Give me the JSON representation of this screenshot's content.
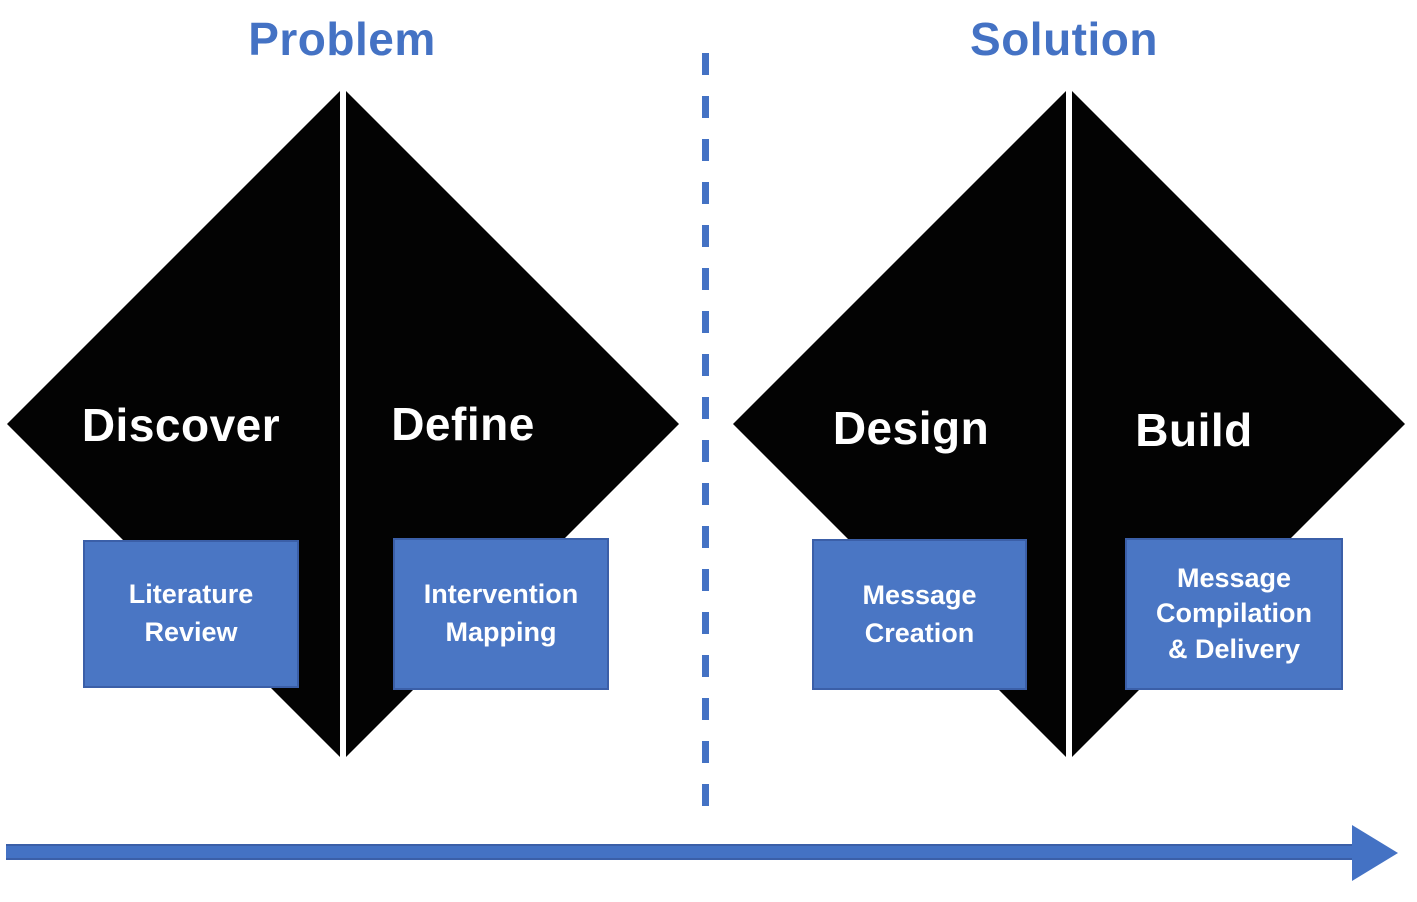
{
  "headings": {
    "problem": "Problem",
    "solution": "Solution"
  },
  "phases": [
    {
      "label": "Discover",
      "method": "Literature\nReview"
    },
    {
      "label": "Define",
      "method": "Intervention\nMapping"
    },
    {
      "label": "Design",
      "method": "Message\nCreation"
    },
    {
      "label": "Build",
      "method": "Message\nCompilation\n& Delivery"
    }
  ],
  "colors": {
    "accent_blue": "#4472C4",
    "method_box_fill": "#4A76C4",
    "method_box_border": "#3B5FA8",
    "diamond_fill": "#030303",
    "diamond_text": "#FFFFFF"
  }
}
